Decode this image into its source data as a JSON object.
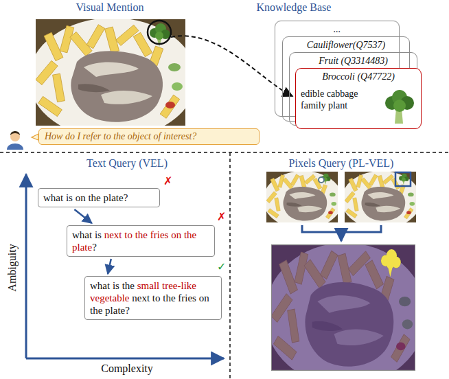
{
  "diagram": {
    "nodes": [
      {
        "text": [
          "..."
        ]
      },
      {
        "text": [
          "Cauliflower(Q7537)"
        ]
      },
      {
        "text": [
          "Fruit (Q3314483)"
        ]
      },
      {
        "text": [
          "Broccoli (Q47722)",
          "edible cabbage family plant"
        ]
      },
      {
        "text": [
          "How do I refer to the object of interest?"
        ]
      },
      {
        "text": [
          "what is on the plate?"
        ]
      },
      {
        "text": [
          "what is",
          "next to the fries on the plate",
          "?"
        ]
      },
      {
        "text": [
          "what is the",
          "small tree-like vegetable",
          "next to the fries on the plate?"
        ]
      }
    ],
    "edges": [
      {
        "from": 5,
        "to": 6,
        "arrow": "to"
      },
      {
        "from": 6,
        "to": 7,
        "arrow": "to"
      }
    ],
    "labels": [
      "Visual Mention",
      "Knowledge Base",
      "Text Query (VEL)",
      "Pixels Query (PL-VEL)",
      "Ambiguity",
      "Complexity",
      "✗",
      "✗",
      "✓"
    ]
  }
}
